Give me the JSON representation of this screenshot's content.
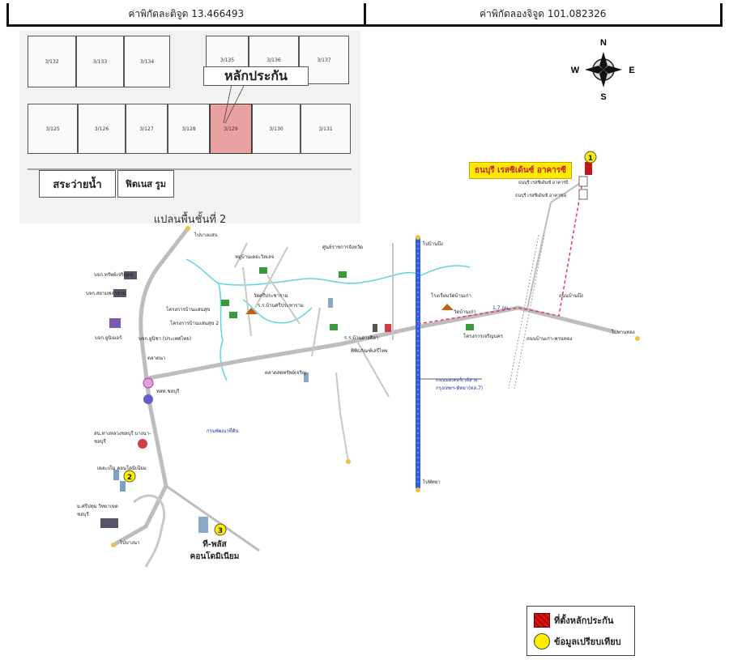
{
  "header": {
    "latitude_label": "ค่าพิกัดละติจูด 13.466493",
    "longitude_label": "ค่าพิกัดลองจิจูด 101.082326"
  },
  "floorplan": {
    "title": "แปลนพื้นชั้นที่ 2",
    "callout": "หลักประกัน",
    "highlight_color": "#e9a1a1",
    "top_row_units": [
      "3/132",
      "3/133",
      "3/134",
      "3/135",
      "3/136",
      "3/137"
    ],
    "bottom_row_units": [
      "3/125",
      "3/126",
      "3/127",
      "3/128",
      "3/129",
      "3/130",
      "3/131"
    ],
    "highlighted_unit": "3/129",
    "facilities": [
      "สระว่ายน้ำ",
      "ฟิตเนส รูม"
    ]
  },
  "compass": {
    "n": "N",
    "s": "S",
    "e": "E",
    "w": "W"
  },
  "map": {
    "subject": {
      "marker": "1",
      "label": "ธนบุรี เรสซิเด้นซ์ อาคารซี",
      "sub_labels": [
        "ธนบุรี เรสซิเด้นซ์ อาคารบี",
        "ธนบุรี เรสซิเด้นซ์ อาคารเอ"
      ]
    },
    "comparables": [
      {
        "marker": "2",
        "label": "เดอะเก็ม คอนโดมิเนียม"
      },
      {
        "marker": "3",
        "label": "ที-พลัส คอนโดมิเนียม"
      }
    ],
    "places": [
      "บจก.ทรัพย์เจริญผล",
      "บจก.สยามพลาสาม",
      "บจก.ยูนิเมอร์",
      "บจก.ยูนิชา (ประเทศไทย)",
      "ตลาดนา",
      "ทสท.ชลบุรี",
      "สน.ทางหลวงชลบุรี บางนา-ชลบุรี",
      "ม.ศรีปทุม วิทยาเขตชลบุรี",
      "หมู่บ้านเดอะวิลเลจ",
      "วัดศรีประชาราม",
      "ร.ร.บ้านศรีประชาราม",
      "โครงการบ้านแสนสุข",
      "โครงการบ้านแสนสุข 2",
      "ตลาดสดทรัพย์เจริญ",
      "ร.ร.บ้านอ่างศิลา",
      "พิพิธภัณฑ์เสรีไทย",
      "โรงเรียนวัดบ้านเก่า",
      "วัดบ้านเก่า",
      "โครงการเจริญนคร",
      "ศูนย์ราชการจังหวัด",
      "กรมพัฒนาที่ดิน",
      "ถนนมอเตอร์เวย์สาย กรุงเทพฯ-พัทยา(ทล.7)",
      "ถนนบ้านเก่า-พานทอง",
      "ถนนบ้านบึง"
    ],
    "road_labels": [
      "ไปบางแสน",
      "ไปพานทอง",
      "ไปบ้านบึง",
      "ไปบางนา",
      "ไปพัทยา"
    ],
    "distance": "1.7 กม."
  },
  "legend": {
    "items": [
      {
        "label": "ที่ตั้งหลักประกัน",
        "swatch": "red"
      },
      {
        "label": "ข้อมูลเปรียบเทียบ",
        "swatch": "yellow"
      }
    ]
  },
  "colors": {
    "motorway": "#2f5fe0",
    "river": "#5fd4e0",
    "road": "#b8b8b8",
    "route": "#e0405a"
  }
}
